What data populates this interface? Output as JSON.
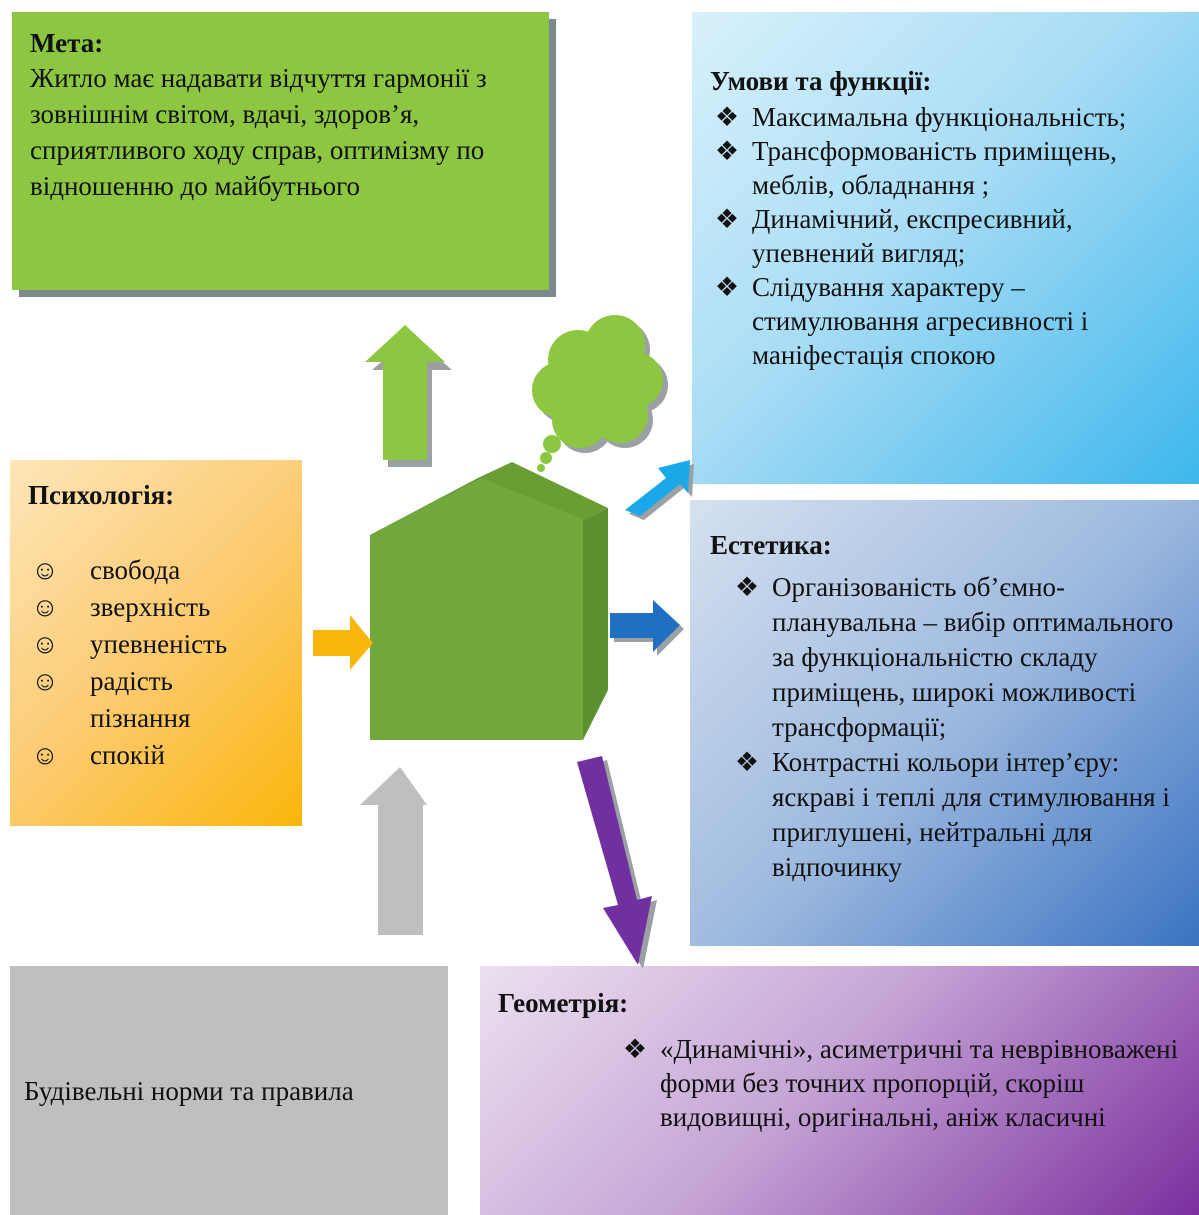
{
  "goal": {
    "title": "Мета:",
    "text": "Житло має надавати відчуття гармонії з зовнішнім світом, вдачі, здоров’я, сприятливого ходу справ, оптимізму по відношенню до майбутнього"
  },
  "conditions": {
    "title": "Умови та функції:",
    "marker": "❖",
    "items": [
      "Максимальна функціональність;",
      "Трансформованість приміщень, меблів, обладнання ;",
      "Динамічний, експресивний, упевнений вигляд;",
      "Слідування характеру – стимулювання агресивності і маніфестація спокою"
    ]
  },
  "psychology": {
    "title": "Психологія:",
    "marker": "☺",
    "items": [
      "свобода",
      "зверхність",
      "упевненість",
      "радість пізнання",
      "спокій"
    ]
  },
  "aesthetics": {
    "title": "Естетика:",
    "marker": "❖",
    "items": [
      "Організованість об’ємно-планувальна – вибір оптимального за функціональністю складу приміщень, широкі можливості трансформації;",
      "Контрастні кольори інтер’єру: яскраві і теплі для стимулювання і приглушені, нейтральні для відпочинку"
    ]
  },
  "norms": {
    "text": "Будівельні норми та правила"
  },
  "geometry": {
    "title": "Геометрія:",
    "marker": "❖",
    "items": [
      "«Динамічні», асиметричні та неврівноважені форми без точних пропорцій, скоріш видовищні, оригінальні, аніж класичні"
    ]
  },
  "colors": {
    "green": "#8dc742",
    "house_front": "#70a63a",
    "house_side": "#5e8f2f",
    "house_roof": "#6a9e35",
    "arrow_orange": "#fbb60b",
    "arrow_lightblue": "#1aa8e8",
    "arrow_blue": "#1f6fc2",
    "arrow_purple": "#7030a0",
    "arrow_gray": "#bfbfbf"
  }
}
